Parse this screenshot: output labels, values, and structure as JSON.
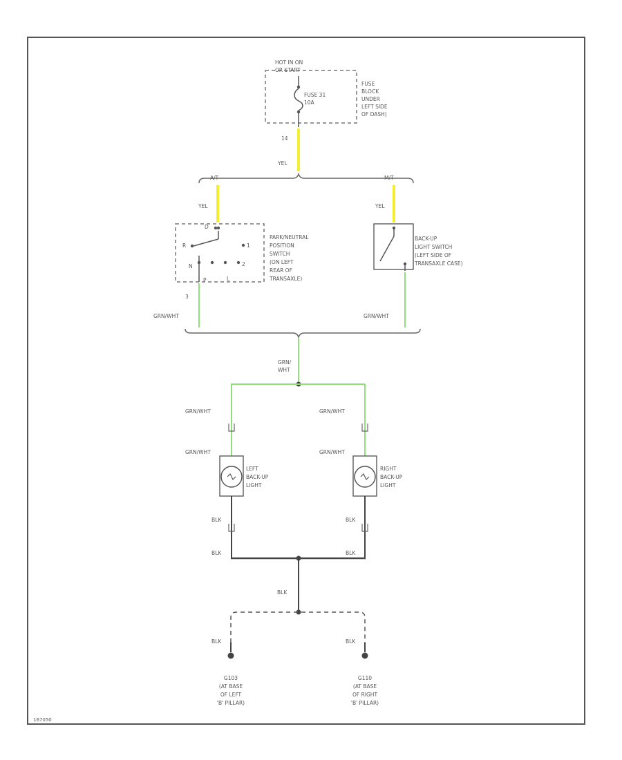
{
  "colors": {
    "yellow_wire": "#f5ee33",
    "green_wire": "#8fe07a",
    "black_wire": "#444444",
    "line": "#555555",
    "text": "#555555"
  },
  "labels": {
    "hot_in_on": "HOT IN ON",
    "or_start": "OR START",
    "fuse_name": "FUSE 31",
    "fuse_amps": "10A",
    "fuse_block_1": "FUSE",
    "fuse_block_2": "BLOCK",
    "fuse_block_3": "UNDER",
    "fuse_block_4": "LEFT SIDE",
    "fuse_block_5": "OF DASH)",
    "fuse_pin": "14",
    "yel_main": "YEL",
    "at": "A/T",
    "mt": "M/T",
    "yel_left": "YEL",
    "yel_right": "YEL",
    "pnp_1": "PARK/NEUTRAL",
    "pnp_2": "POSITION",
    "pnp_3": "SWITCH",
    "pnp_4": "(ON LEFT",
    "pnp_5": "REAR OF",
    "pnp_6": "TRANSAXLE)",
    "pos_d": "D",
    "pos_r": "R",
    "pos_1": "1",
    "pos_n": "N",
    "pos_2": "2",
    "pos_p": "P",
    "pos_l": "L",
    "pnp_pin": "3",
    "bus_1": "BACK-UP",
    "bus_2": "LIGHT SWITCH",
    "bus_3": "(LEFT SIDE OF",
    "bus_4": "TRANSAXLE CASE)",
    "grn_wht_left": "GRN/WHT",
    "grn_wht_right": "GRN/WHT",
    "grn_1": "GRN/",
    "grn_2": "WHT",
    "grn_wht_ll_1": "GRN/WHT",
    "grn_wht_ll_2": "GRN/WHT",
    "grn_wht_rl_1": "GRN/WHT",
    "grn_wht_rl_2": "GRN/WHT",
    "left_lamp_1": "LEFT",
    "left_lamp_2": "BACK-UP",
    "left_lamp_3": "LIGHT",
    "right_lamp_1": "RIGHT",
    "right_lamp_2": "BACK-UP",
    "right_lamp_3": "LIGHT",
    "blk_ll": "BLK",
    "blk_rl": "BLK",
    "blk_lb": "BLK",
    "blk_rb": "BLK",
    "blk_center": "BLK",
    "blk_gl": "BLK",
    "blk_gr": "BLK",
    "g_left_1": "G103",
    "g_left_2": "(AT BASE",
    "g_left_3": "OF LEFT",
    "g_left_4": "'B' PILLAR)",
    "g_right_1": "G110",
    "g_right_2": "(AT BASE",
    "g_right_3": "OF RIGHT",
    "g_right_4": "'B' PILLAR)",
    "figure_id": "167050"
  }
}
